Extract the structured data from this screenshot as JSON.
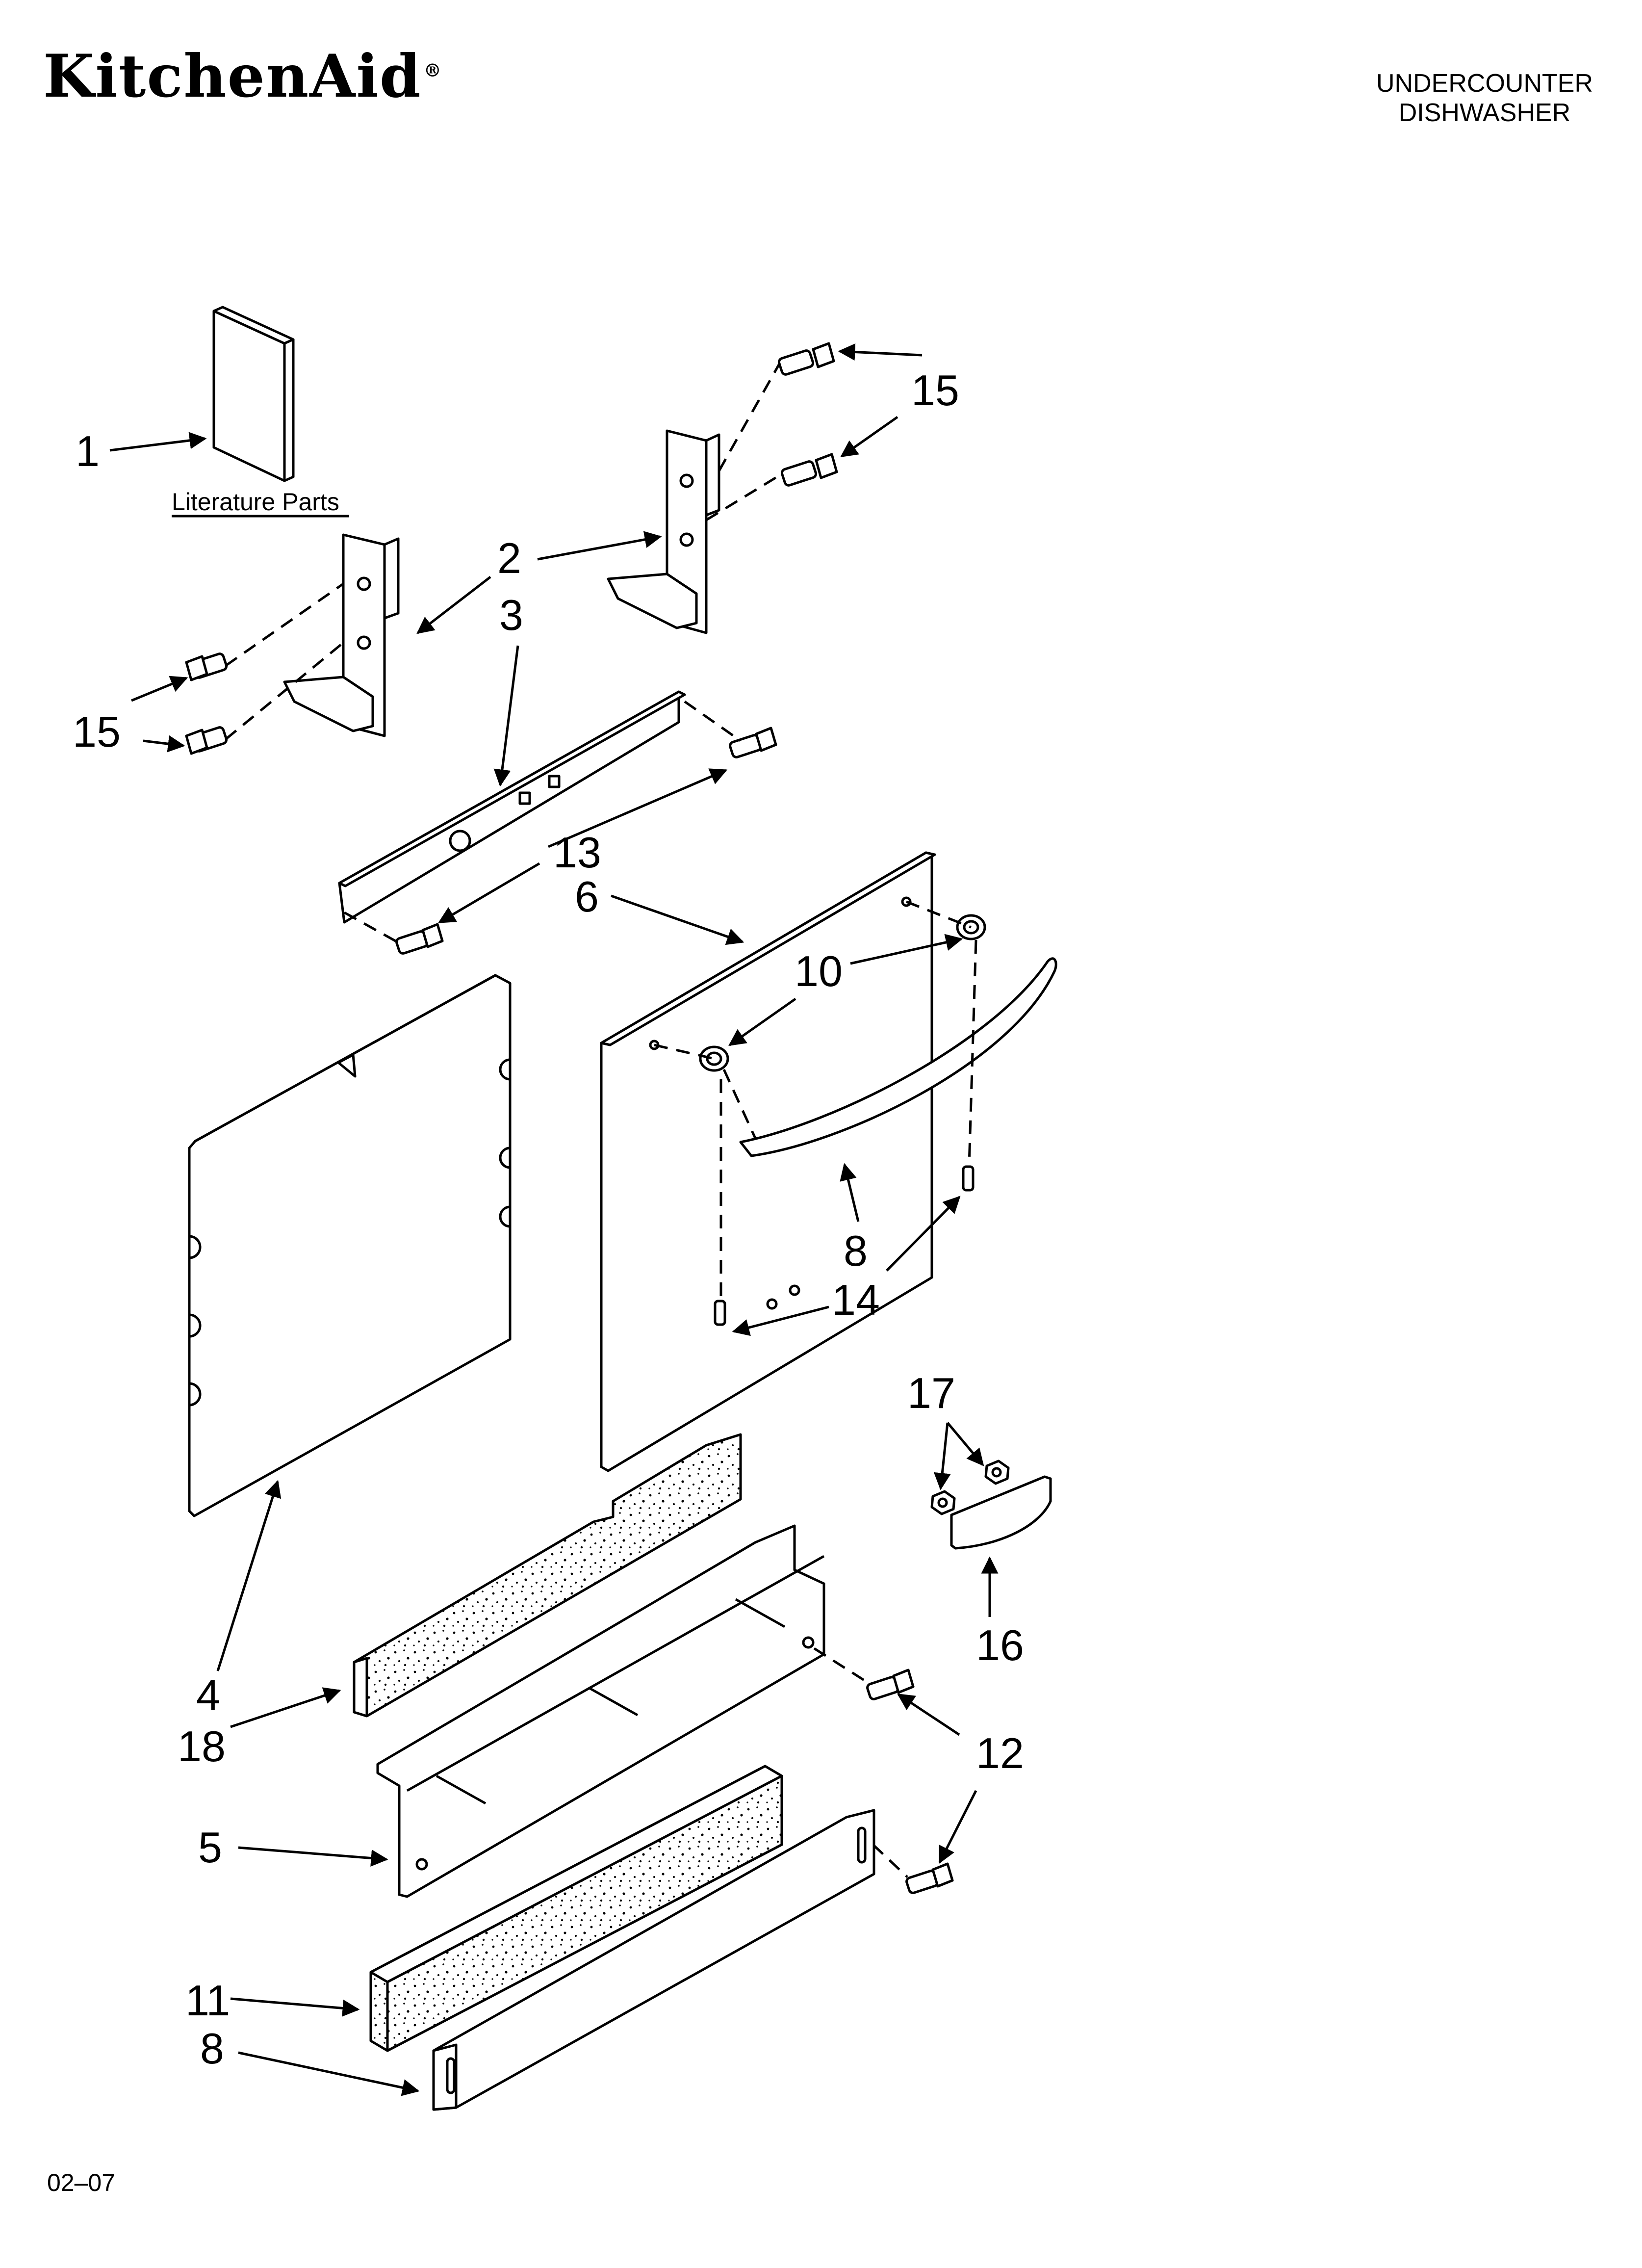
{
  "header": {
    "brand": "KitchenAid",
    "brand_mark": "®",
    "model_line1": "UNDERCOUNTER",
    "model_line2": "DISHWASHER"
  },
  "diagram": {
    "literature_label": "Literature Parts",
    "callouts": {
      "c1": "1",
      "c2": "2",
      "c3": "3",
      "c4": "4",
      "c5": "5",
      "c6": "6",
      "c8a": "8",
      "c8b": "8",
      "c10": "10",
      "c11": "11",
      "c12": "12",
      "c13": "13",
      "c14": "14",
      "c15a": "15",
      "c15b": "15",
      "c16": "16",
      "c17": "17",
      "c18": "18"
    }
  },
  "footer": {
    "code": "02–07"
  }
}
